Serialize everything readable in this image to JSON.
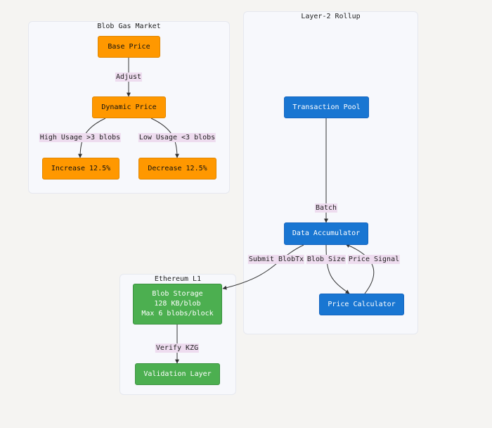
{
  "clusters": {
    "blob_gas_market": "Blob Gas Market",
    "layer2_rollup": "Layer-2 Rollup",
    "ethereum_l1": "Ethereum L1"
  },
  "nodes": {
    "base_price": "Base Price",
    "dynamic_price": "Dynamic Price",
    "increase": "Increase 12.5%",
    "decrease": "Decrease 12.5%",
    "transaction_pool": "Transaction Pool",
    "data_accumulator": "Data Accumulator",
    "price_calculator": "Price Calculator",
    "blob_storage": [
      "Blob Storage",
      "128 KB/blob",
      "Max 6 blobs/block"
    ],
    "validation_layer": "Validation Layer"
  },
  "edge_labels": {
    "adjust": "Adjust",
    "high_usage": "High Usage >3 blobs",
    "low_usage": "Low Usage <3 blobs",
    "batch": "Batch",
    "submit_blobtx": "Submit BlobTx",
    "blob_size": "Blob Size",
    "price_signal": "Price Signal",
    "verify_kzg": "Verify KZG"
  },
  "colors": {
    "market_nodes": "#ff9800",
    "rollup_nodes": "#1976d2",
    "l1_nodes": "#4caf50",
    "edge_label_bg": "#eedcef",
    "edge_line": "#333333"
  }
}
